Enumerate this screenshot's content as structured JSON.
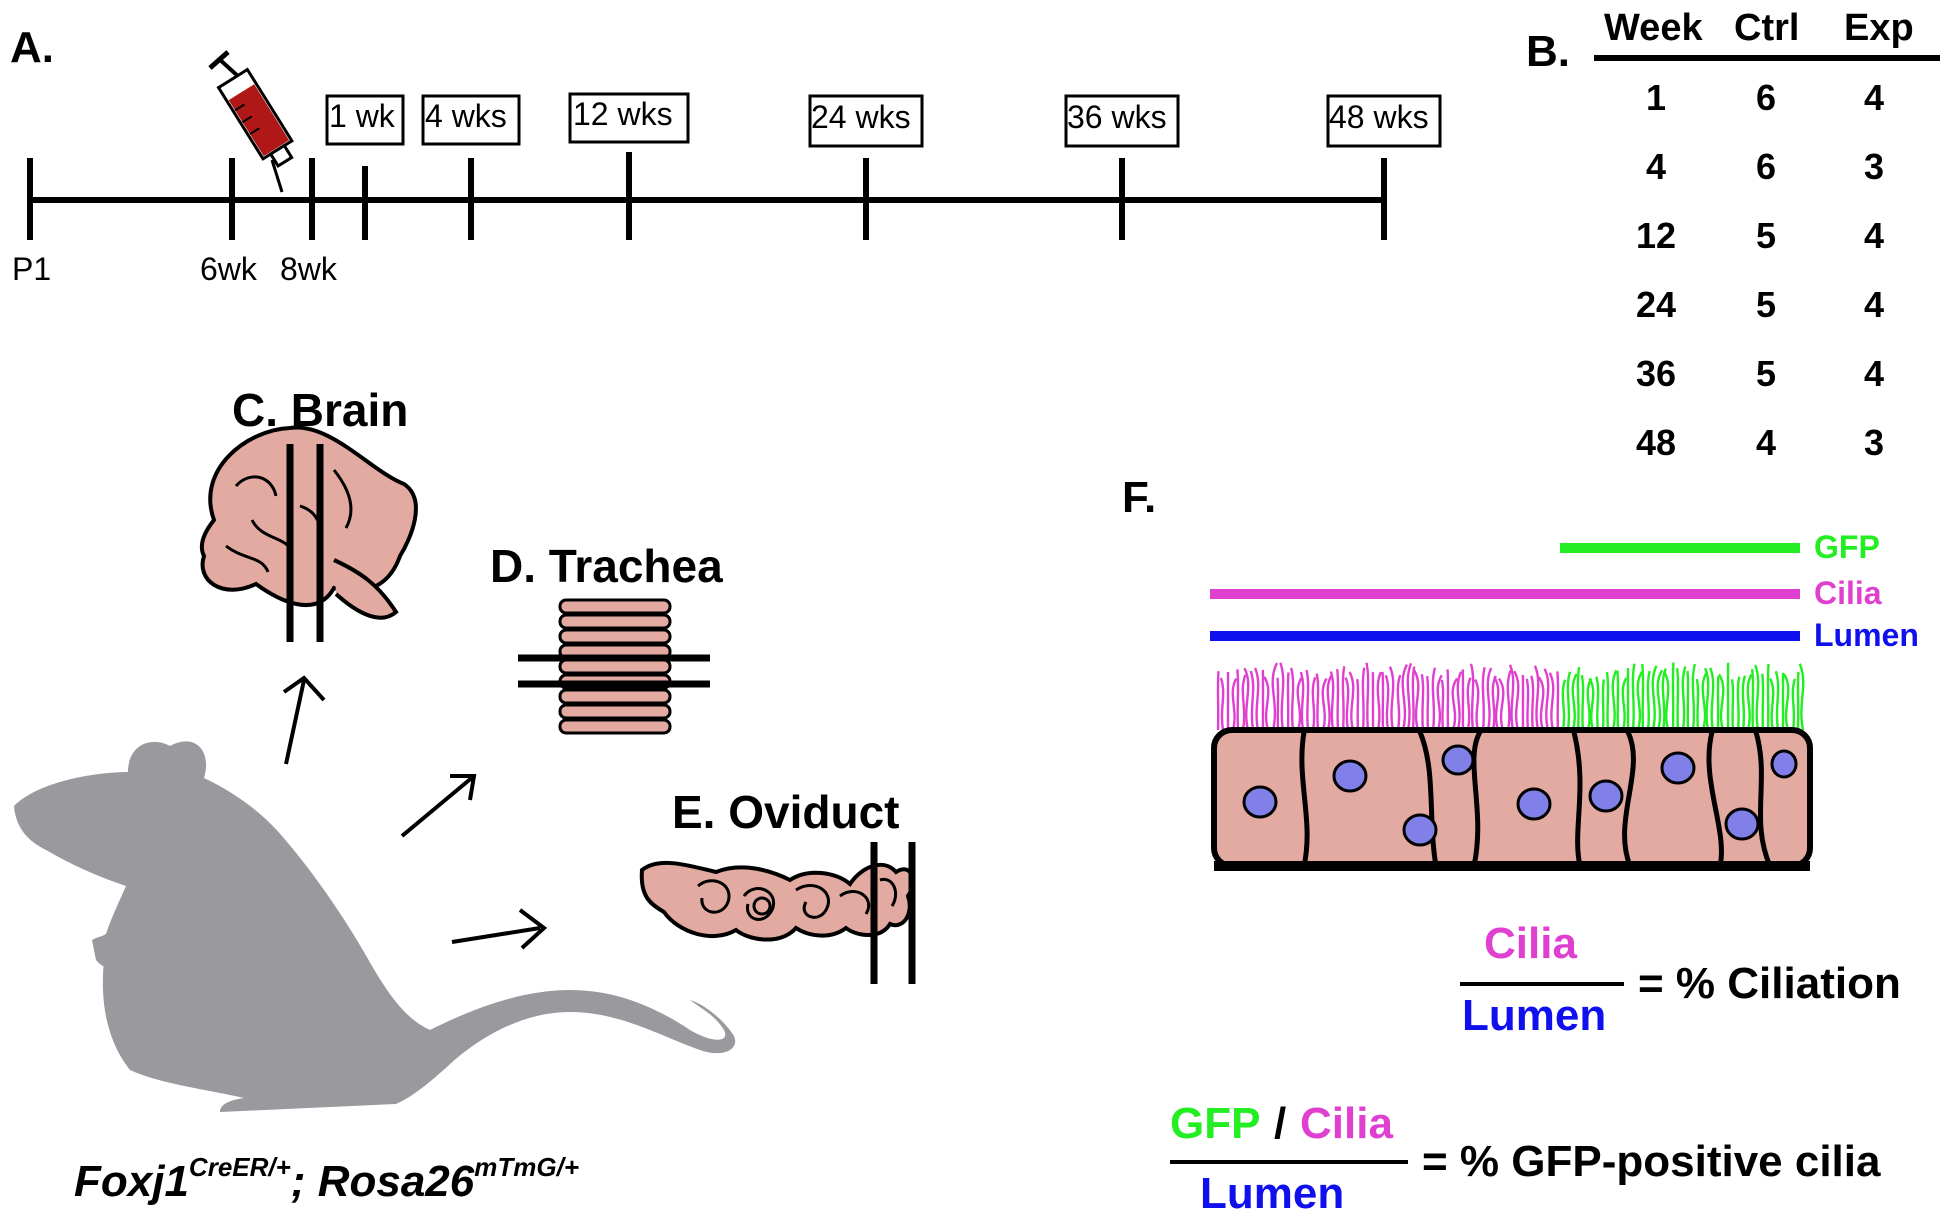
{
  "panels": {
    "a": "A.",
    "b": "B.",
    "c": "C. Brain",
    "d": "D. Trachea",
    "e": "E. Oviduct",
    "f": "F."
  },
  "timeline": {
    "start_labels": [
      "P1",
      "6wk",
      "8wk"
    ],
    "boxes": [
      "1 wk",
      "4 wks",
      "12 wks",
      "24 wks",
      "36 wks",
      "48 wks"
    ]
  },
  "table": {
    "headers": [
      "Week",
      "Ctrl",
      "Exp"
    ],
    "rows": [
      [
        "1",
        "6",
        "4"
      ],
      [
        "4",
        "6",
        "3"
      ],
      [
        "12",
        "5",
        "4"
      ],
      [
        "24",
        "5",
        "4"
      ],
      [
        "36",
        "5",
        "4"
      ],
      [
        "48",
        "4",
        "3"
      ]
    ]
  },
  "legend": {
    "gfp": "GFP",
    "cilia": "Cilia",
    "lumen": "Lumen"
  },
  "formula1": {
    "numerator": "Cilia",
    "denominator": "Lumen",
    "result": "= % Ciliation"
  },
  "formula2": {
    "numerator_a": "GFP",
    "slash": "/",
    "numerator_b": "Cilia",
    "denominator": "Lumen",
    "result": "= % GFP-positive cilia"
  },
  "genotype": {
    "gene1": "Foxj1",
    "sup1": "CreER/+",
    "sep": "; ",
    "gene2": "Rosa26",
    "sup2": "mTmG/+"
  },
  "colors": {
    "gfp": "#22ee22",
    "cilia": "#e040d0",
    "lumen": "#1010ee",
    "tissue": "#e2aaa0",
    "nucleus": "#8080e8",
    "mouse": "#9a999e",
    "syringe_fluid": "#b01818"
  },
  "icons": [
    "syringe-icon",
    "brain-icon",
    "trachea-icon",
    "oviduct-icon",
    "mouse-silhouette"
  ]
}
